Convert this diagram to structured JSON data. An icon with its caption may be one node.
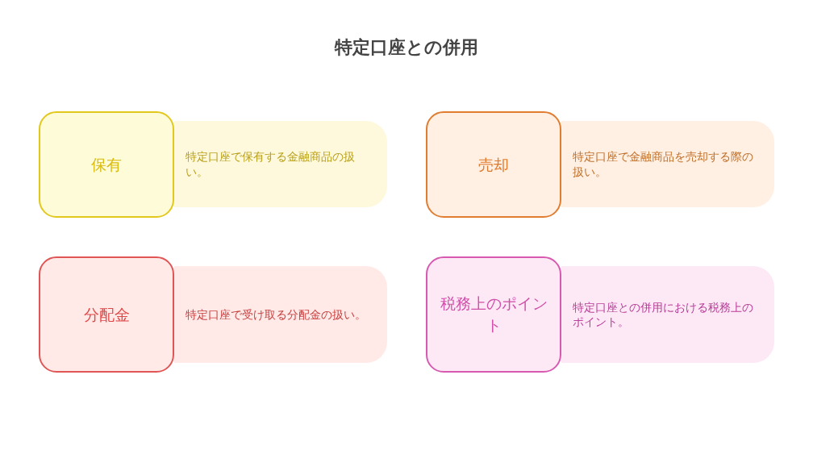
{
  "diagram": {
    "title": "特定口座との併用",
    "nodes": [
      {
        "text": [
          "保有"
        ]
      },
      {
        "text": [
          "特定口座で保有する金融商品の扱い。"
        ]
      },
      {
        "text": [
          "売却"
        ]
      },
      {
        "text": [
          "特定口座で金融商品を売却する際の扱い。"
        ]
      },
      {
        "text": [
          "分配金"
        ]
      },
      {
        "text": [
          "特定口座で受け取る分配金の扱い。"
        ]
      },
      {
        "text": [
          "税務上のポイント"
        ]
      },
      {
        "text": [
          "特定口座との併用における税務上のポイント。"
        ]
      }
    ],
    "edges": []
  }
}
